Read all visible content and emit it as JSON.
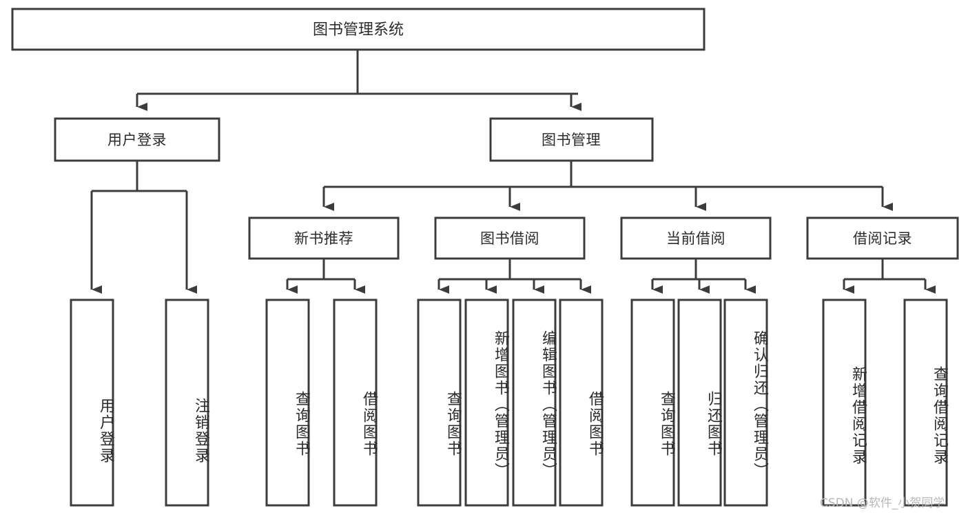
{
  "diagram": {
    "type": "tree-hierarchy-chart",
    "title": "图书管理系统",
    "orientation": "top-down",
    "colors": {
      "box_stroke": "#3c3c3c",
      "box_fill": "#ffffff",
      "connector": "#3c3c3c",
      "text": "#2b2b2b",
      "watermark": "#b8b8b8",
      "background": "#ffffff"
    },
    "root": {
      "id": "root",
      "label": "图书管理系统"
    },
    "level2": [
      {
        "id": "n-user-login",
        "label": "用户登录"
      },
      {
        "id": "n-book-mgmt",
        "label": "图书管理"
      }
    ],
    "level3": [
      {
        "id": "n-new-book-rec",
        "label": "新书推荐",
        "parent": "n-book-mgmt"
      },
      {
        "id": "n-book-borrow",
        "label": "图书借阅",
        "parent": "n-book-mgmt"
      },
      {
        "id": "n-current-borrow",
        "label": "当前借阅",
        "parent": "n-book-mgmt"
      },
      {
        "id": "n-borrow-record",
        "label": "借阅记录",
        "parent": "n-book-mgmt"
      }
    ],
    "leaves": [
      {
        "id": "l-user-login",
        "label": "用户登录",
        "parent": "n-user-login"
      },
      {
        "id": "l-logout",
        "label": "注销登录",
        "parent": "n-user-login"
      },
      {
        "id": "l-query-book-1",
        "label": "查询图书",
        "parent": "n-new-book-rec"
      },
      {
        "id": "l-borrow-book-1",
        "label": "借阅图书",
        "parent": "n-new-book-rec"
      },
      {
        "id": "l-query-book-2",
        "label": "查询图书",
        "parent": "n-book-borrow"
      },
      {
        "id": "l-add-book",
        "label": "新增图书（管理员）",
        "parent": "n-book-borrow"
      },
      {
        "id": "l-edit-book",
        "label": "编辑图书（管理员）",
        "parent": "n-book-borrow"
      },
      {
        "id": "l-borrow-book-2",
        "label": "借阅图书",
        "parent": "n-book-borrow"
      },
      {
        "id": "l-query-book-3",
        "label": "查询图书",
        "parent": "n-current-borrow"
      },
      {
        "id": "l-return-book",
        "label": "归还图书",
        "parent": "n-current-borrow"
      },
      {
        "id": "l-confirm-return",
        "label": "确认归还（管理员）",
        "parent": "n-current-borrow"
      },
      {
        "id": "l-add-record",
        "label": "新增借阅记录",
        "parent": "n-borrow-record"
      },
      {
        "id": "l-query-record",
        "label": "查询借阅记录",
        "parent": "n-borrow-record"
      }
    ]
  },
  "watermark": {
    "text": "CSDN @软件_小贺同学"
  }
}
